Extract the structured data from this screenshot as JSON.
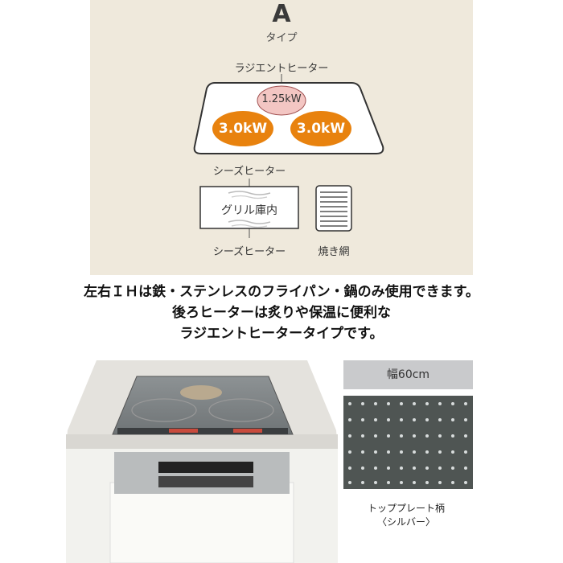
{
  "diagram": {
    "type_letter": "A",
    "type_label": "タイプ",
    "radiant_label": "ラジエントヒーター",
    "rear_power": "1.25kW",
    "left_power": "3.0kW",
    "right_power": "3.0kW",
    "sheath_top_label": "シーズヒーター",
    "grill_label": "グリル庫内",
    "sheath_bottom_label": "シーズヒーター",
    "grill_net_label": "焼き網"
  },
  "description": {
    "line1": "左右ＩＨは鉄・ステンレスのフライパン・鍋のみ使用できます。",
    "line2": "後ろヒーターは炙りや保温に便利な",
    "line3": "ラジエントヒータータイプです。"
  },
  "product": {
    "width_label": "幅60cm",
    "plate_pattern_label": "トッププレート柄",
    "plate_color_label": "〈シルバー〉"
  },
  "colors": {
    "diagram_bg": "#efe9dc",
    "ih_orange": "#e8820e",
    "radiant_pink": "#f3c6c3",
    "plate_gray": "#4f5553"
  }
}
